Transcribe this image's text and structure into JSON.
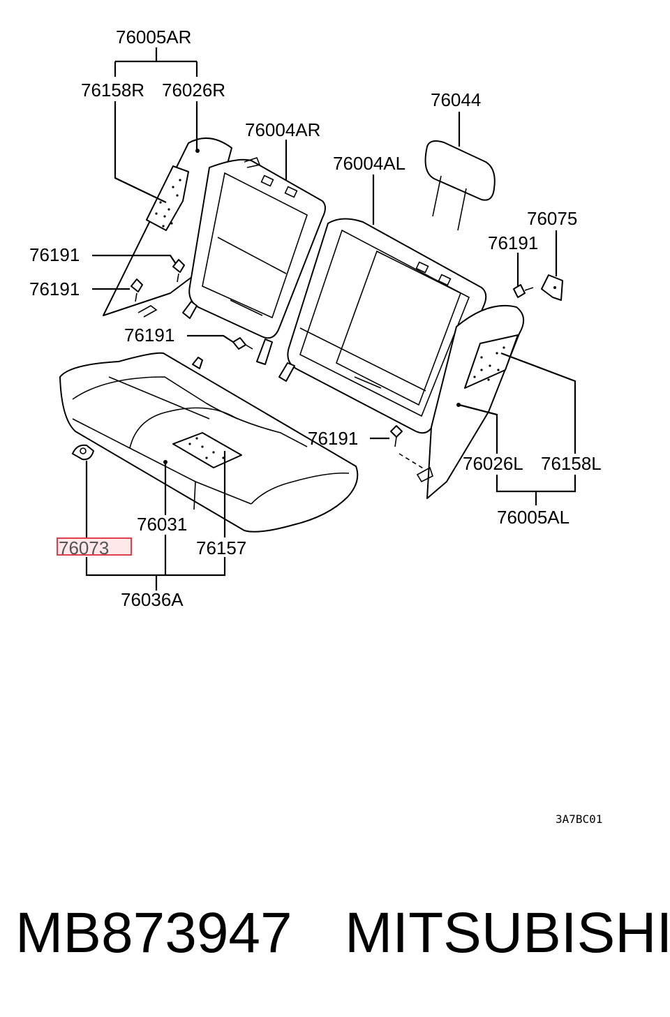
{
  "diagram": {
    "labels": {
      "l76005AR": "76005AR",
      "l76158R": "76158R",
      "l76026R": "76026R",
      "l76004AR": "76004AR",
      "l76044": "76044",
      "l76004AL": "76004AL",
      "l76075": "76075",
      "l76191a": "76191",
      "l76191b": "76191",
      "l76191c": "76191",
      "l76191d": "76191",
      "l76191e": "76191",
      "l76026L": "76026L",
      "l76158L": "76158L",
      "l76005AL": "76005AL",
      "l76031": "76031",
      "l76073": "76073",
      "l76157": "76157",
      "l76036A": "76036A"
    },
    "drawing_code": "3A7BC01",
    "highlighted_part": "76073"
  },
  "footer": {
    "part_number": "MB873947",
    "brand": "MITSUBISHI"
  }
}
